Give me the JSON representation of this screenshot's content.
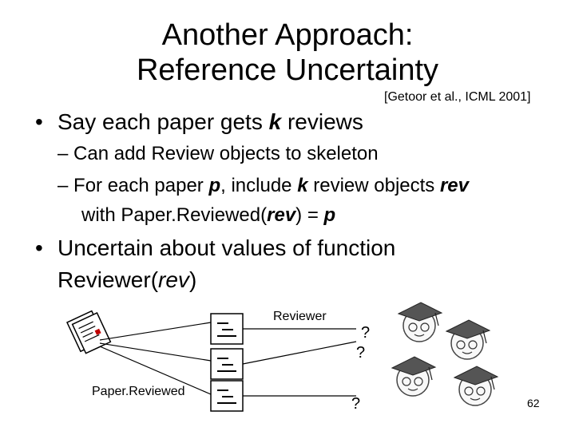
{
  "title": {
    "line1": "Another Approach:",
    "line2": "Reference Uncertainty"
  },
  "citation": "[Getoor et al., ICML 2001]",
  "bullets": [
    {
      "marker": "•",
      "text": "Say each paper gets ",
      "var": "k",
      "text2": " reviews",
      "subs": [
        {
          "marker": "–",
          "text": "Can add Review objects to skeleton"
        },
        {
          "marker": "–",
          "a": "For each paper ",
          "p": "p",
          "b": ", include ",
          "k": "k",
          "c": " review objects ",
          "rev": "rev",
          "line2a": "with Paper.Reviewed(",
          "rev2": "rev",
          "line2b": ") = ",
          "p2": "p"
        }
      ]
    },
    {
      "marker": "•",
      "line1": "Uncertain about values of function",
      "line2a": "Reviewer(",
      "rev": "rev",
      "line2b": ")"
    }
  ],
  "diagram": {
    "label_reviewer": "Reviewer",
    "label_paper_reviewed": "Paper.Reviewed",
    "question_marks": [
      "?",
      "?",
      "?"
    ]
  },
  "page_number": "62",
  "colors": {
    "paper_accent": "#c00000",
    "cap": "#555555",
    "face": "#f8f8f8"
  }
}
